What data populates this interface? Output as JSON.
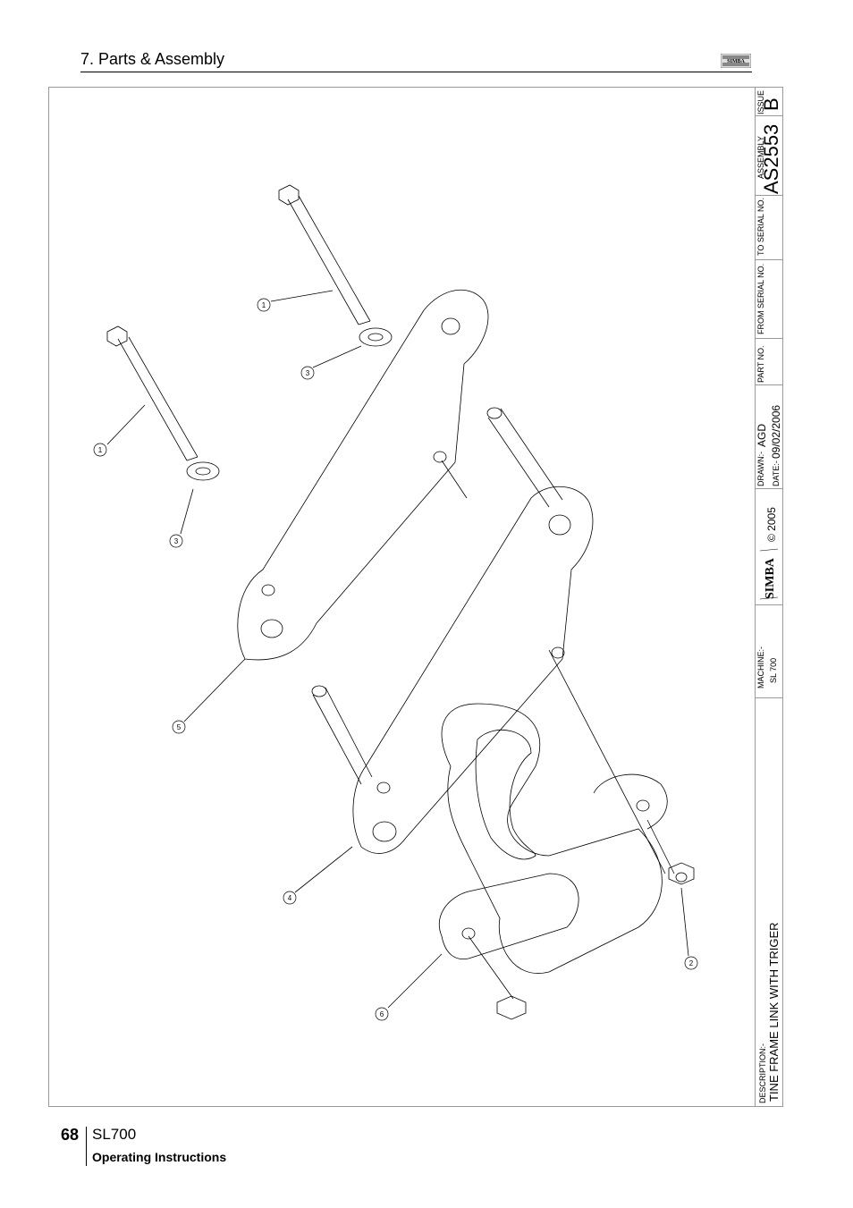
{
  "header": {
    "section_title": "7. Parts & Assembly",
    "logo_text": "SIMBA"
  },
  "title_block": {
    "issue_label": "ISSUE",
    "issue_value": "B",
    "assembly_label": "ASSEMBLY",
    "assembly_value": "AS2553",
    "to_serial_label": "TO SERIAL NO.",
    "from_serial_label": "FROM SERIAL NO.",
    "part_no_label": "PART NO.",
    "drawn_label": "DRAWN:-",
    "drawn_value": "AGD",
    "date_label": "DATE:-",
    "date_value": "09/02/2006",
    "copyright": "© 2005",
    "logo_text": "SIMBA",
    "machine_label": "MACHINE:-",
    "machine_value": "SL 700",
    "description_label": "DESCRIPTION:-",
    "description_value": "TINE FRAME LINK WITH TRIGER"
  },
  "callouts": [
    "1",
    "1",
    "3",
    "3",
    "5",
    "4",
    "6",
    "2"
  ],
  "footer": {
    "page_number": "68",
    "model": "SL700",
    "subtitle": "Operating Instructions"
  }
}
